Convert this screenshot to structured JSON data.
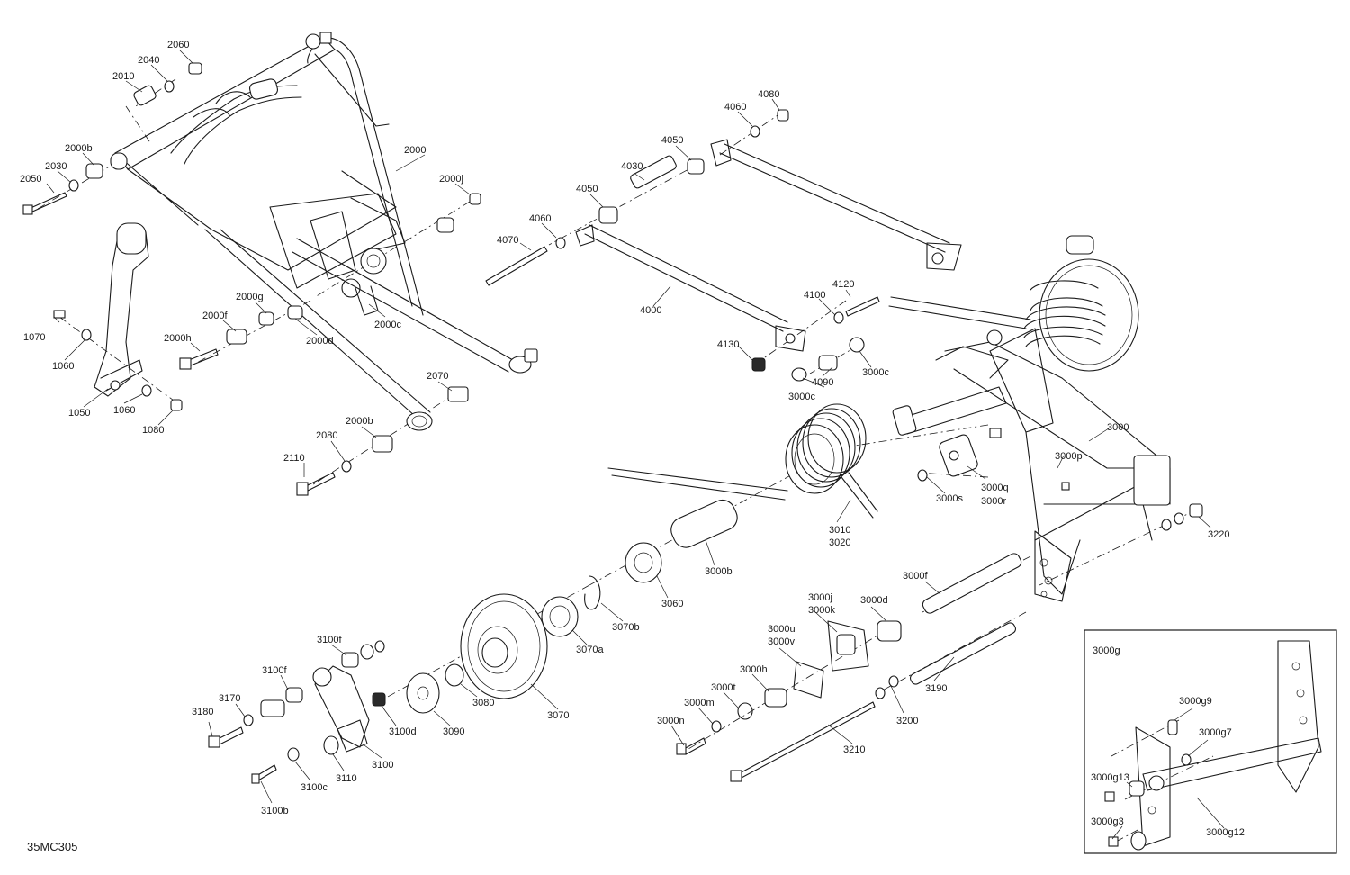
{
  "diagram_code": "35MC305",
  "inset_title": "3000g",
  "callouts": {
    "c2060": "2060",
    "c2040": "2040",
    "c2010": "2010",
    "c2000b_top": "2000b",
    "c2030": "2030",
    "c2050": "2050",
    "c2000": "2000",
    "c2000j": "2000j",
    "c2000g": "2000g",
    "c2000f": "2000f",
    "c2000h": "2000h",
    "c2000c": "2000c",
    "c2000d": "2000d",
    "c2070": "2070",
    "c2000b_bot": "2000b",
    "c2080": "2080",
    "c2110": "2110",
    "c1070": "1070",
    "c1060a": "1060",
    "c1050": "1050",
    "c1060b": "1060",
    "c1080": "1080",
    "c4080": "4080",
    "c4060a": "4060",
    "c4050a": "4050",
    "c4030": "4030",
    "c4050b": "4050",
    "c4060b": "4060",
    "c4070": "4070",
    "c4000": "4000",
    "c4120": "4120",
    "c4100": "4100",
    "c4130": "4130",
    "c3000c_a": "3000c",
    "c4090": "4090",
    "c3000c_b": "3000c",
    "c3000": "3000",
    "c3000p": "3000p",
    "c3000q": "3000q",
    "c3000r": "3000r",
    "c3000s": "3000s",
    "c3010": "3010",
    "c3020": "3020",
    "c3220": "3220",
    "c3000b": "3000b",
    "c3060": "3060",
    "c3070b": "3070b",
    "c3070a": "3070a",
    "c3070": "3070",
    "c3080": "3080",
    "c3090": "3090",
    "c3000f": "3000f",
    "c3000d": "3000d",
    "c3000j": "3000j",
    "c3000k": "3000k",
    "c3000u": "3000u",
    "c3000v": "3000v",
    "c3000h": "3000h",
    "c3000t": "3000t",
    "c3000m": "3000m",
    "c3000n": "3000n",
    "c3190": "3190",
    "c3200": "3200",
    "c3210": "3210",
    "c3100f_a": "3100f",
    "c3100f_b": "3100f",
    "c3170": "3170",
    "c3180": "3180",
    "c3100d": "3100d",
    "c3100": "3100",
    "c3110": "3110",
    "c3100c": "3100c",
    "c3100b": "3100b",
    "c3000g9": "3000g9",
    "c3000g7": "3000g7",
    "c3000g13": "3000g13",
    "c3000g3": "3000g3",
    "c3000g12": "3000g12"
  }
}
